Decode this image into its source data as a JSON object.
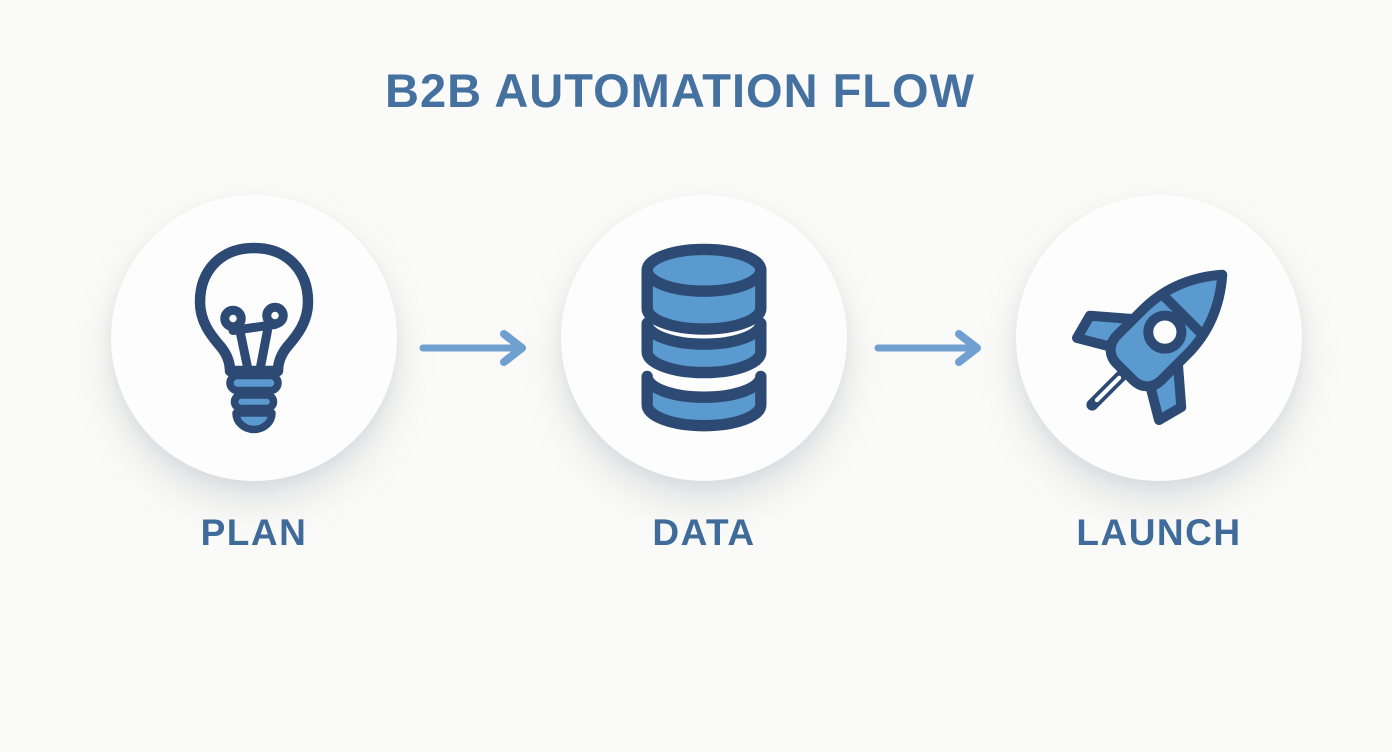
{
  "title": "B2B AUTOMATION FLOW",
  "steps": [
    {
      "label": "PLAN",
      "icon": "lightbulb-icon"
    },
    {
      "label": "DATA",
      "icon": "database-icon"
    },
    {
      "label": "LAUNCH",
      "icon": "rocket-icon"
    }
  ],
  "connectors": [
    {
      "icon": "right-arrow-icon"
    },
    {
      "icon": "right-arrow-icon"
    }
  ],
  "colors": {
    "background": "#fafaf8",
    "circle_fill": "#fdfdfd",
    "title_text": "#44719f",
    "label_text": "#3e6b9a",
    "icon_outline": "#2c4a74",
    "icon_fill": "#5b9ace",
    "arrow": "#6fa0cf"
  }
}
